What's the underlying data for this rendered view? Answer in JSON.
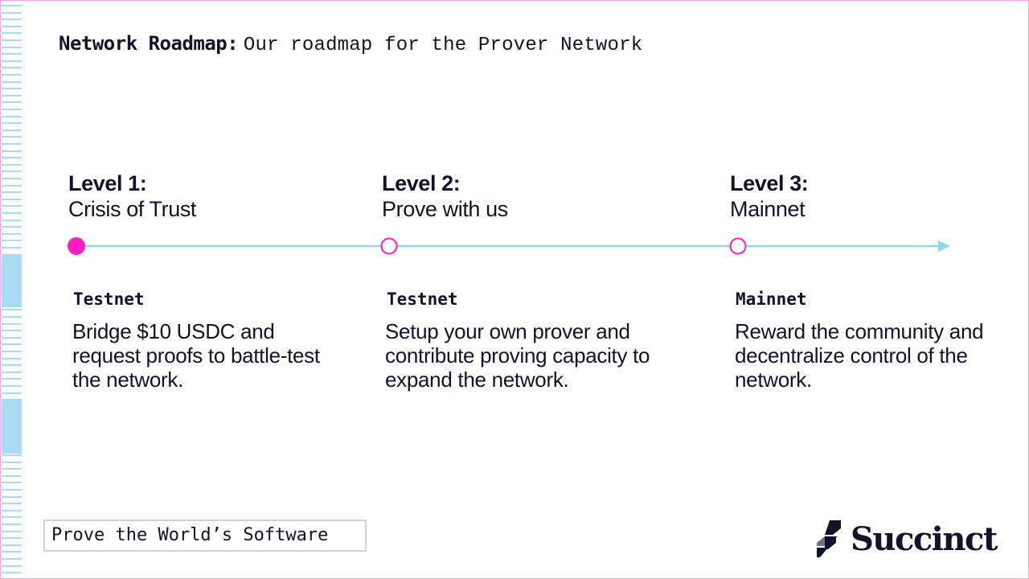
{
  "header": {
    "title": "Network Roadmap:",
    "subtitle": "Our roadmap for the Prover Network"
  },
  "levels": [
    {
      "title": "Level 1:",
      "name": "Crisis of Trust",
      "stage": "Testnet",
      "description": "Bridge $10 USDC and request proofs to battle-test the network.",
      "active": true
    },
    {
      "title": "Level 2:",
      "name": "Prove with us",
      "stage": "Testnet",
      "description": "Setup your own prover and contribute proving capacity to expand the network.",
      "active": false
    },
    {
      "title": "Level 3:",
      "name": "Mainnet",
      "stage": "Mainnet",
      "description": "Reward the community and decentralize control of the network.",
      "active": false
    }
  ],
  "colors": {
    "accent": "#ff1fbf",
    "line": "#8fd6f2",
    "text": "#12122b",
    "ruler": "#a9dcf3"
  },
  "footer": {
    "tagline": "Prove the World’s Software",
    "brand": "Succinct",
    "brand_icon": "succinct-logo-icon"
  }
}
